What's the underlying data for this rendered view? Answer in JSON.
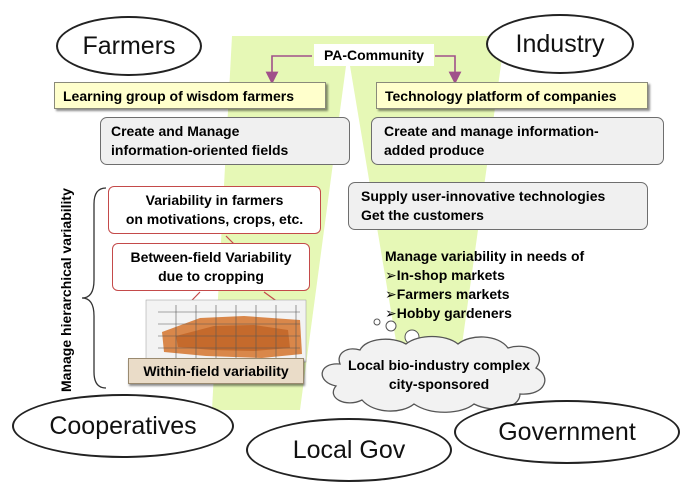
{
  "nodes": {
    "farmers": "Farmers",
    "industry": "Industry",
    "pa_community": "PA-Community",
    "cooperatives": "Cooperatives",
    "local_gov": "Local Gov",
    "government": "Government"
  },
  "farmers_side": {
    "learning_group": "Learning group of wisdom farmers",
    "create_manage_lines": [
      "Create and Manage",
      "information-oriented fields"
    ],
    "variability_farmers_lines": [
      "Variability in farmers",
      "on motivations, crops, etc."
    ],
    "between_field_lines": [
      "Between-field Variability",
      "due to cropping"
    ],
    "within_field": "Within-field variability",
    "vertical_label": "Manage hierarchical variability"
  },
  "industry_side": {
    "technology_platform": "Technology platform of companies",
    "create_produce_lines": [
      "Create and manage information-",
      "added produce"
    ],
    "supply_lines": [
      "Supply user-innovative technologies",
      "Get the customers"
    ],
    "manage_needs_title": "Manage variability in needs of",
    "markets": [
      "In-shop markets",
      "Farmers markets",
      "Hobby gardeners"
    ],
    "bullet": "➢",
    "cloud_lines": [
      "Local bio-industry complex",
      "city-sponsored"
    ]
  },
  "colors": {
    "wedge_green": "#e6f8b6",
    "yellow_box": "#ffffcc",
    "grey_box": "#f0f0f0",
    "red_border": "#c44a4a",
    "arrow_purple": "#a0508a"
  }
}
